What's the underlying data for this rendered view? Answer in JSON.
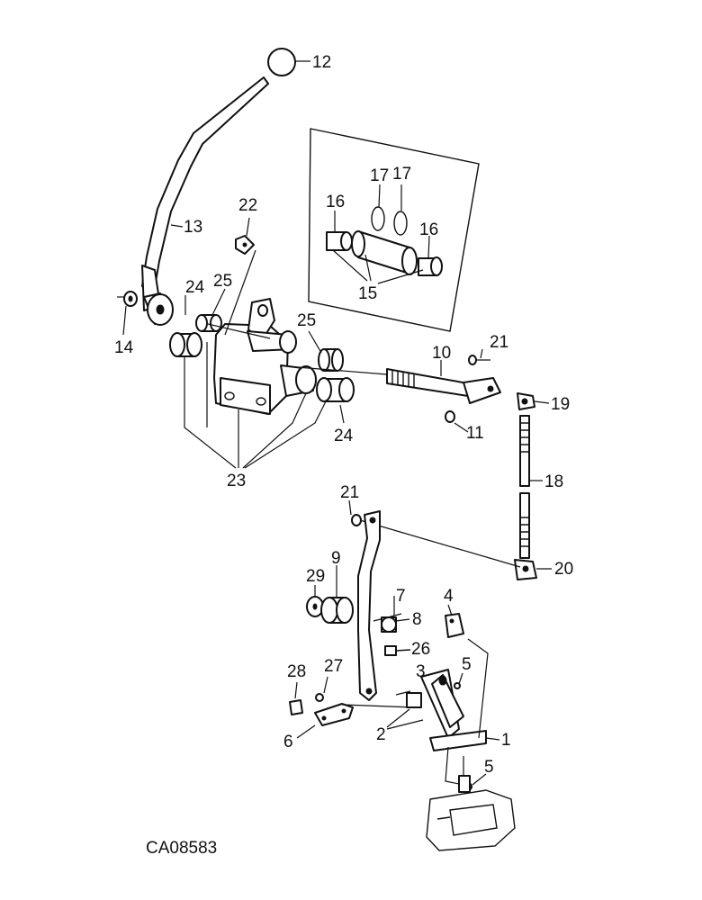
{
  "drawing_code": "CA08583",
  "callouts": {
    "c1": "1",
    "c2": "2",
    "c3": "3",
    "c4": "4",
    "c5a": "5",
    "c5b": "5",
    "c6": "6",
    "c7": "7",
    "c8": "8",
    "c9": "9",
    "c10": "10",
    "c11": "11",
    "c12": "12",
    "c13": "13",
    "c14": "14",
    "c15": "15",
    "c16a": "16",
    "c16b": "16",
    "c17a": "17",
    "c17b": "17",
    "c18": "18",
    "c19": "19",
    "c20": "20",
    "c21a": "21",
    "c21b": "21",
    "c22": "22",
    "c23": "23",
    "c24a": "24",
    "c24b": "24",
    "c25a": "25",
    "c25b": "25",
    "c26": "26",
    "c27": "27",
    "c28": "28",
    "c29": "29"
  }
}
